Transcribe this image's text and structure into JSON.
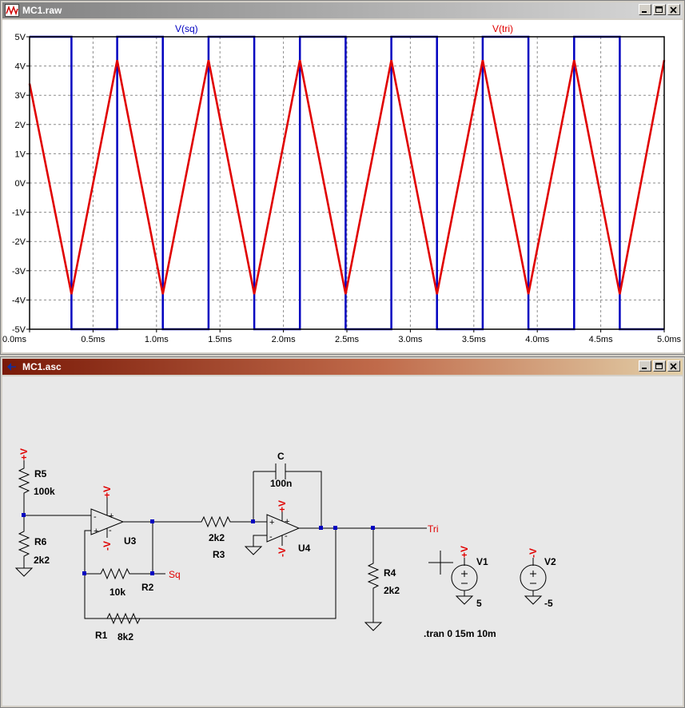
{
  "waveform_window": {
    "title": "MC1.raw",
    "trace_labels": [
      "V(sq)",
      "V(tri)"
    ],
    "trace_colors": [
      "#0000c0",
      "#e00000"
    ],
    "y_ticks": [
      "5V",
      "4V",
      "3V",
      "2V",
      "1V",
      "0V",
      "-1V",
      "-2V",
      "-3V",
      "-4V",
      "-5V"
    ],
    "x_ticks": [
      "0.0ms",
      "0.5ms",
      "1.0ms",
      "1.5ms",
      "2.0ms",
      "2.5ms",
      "3.0ms",
      "3.5ms",
      "4.0ms",
      "4.5ms",
      "5.0ms"
    ]
  },
  "schematic_window": {
    "title": "MC1.asc",
    "labels": {
      "r5_name": "R5",
      "r5_value": "100k",
      "r6_name": "R6",
      "r6_value": "2k2",
      "u3": "U3",
      "r2_value": "10k",
      "r2_name": "R2",
      "sq_net": "Sq",
      "r1_name": "R1",
      "r1_value": "8k2",
      "r3_value": "2k2",
      "r3_name": "R3",
      "c_name": "C",
      "c_value": "100n",
      "u4": "U4",
      "tri_net": "Tri",
      "r4_name": "R4",
      "r4_value": "2k2",
      "v1_name": "V1",
      "v1_value": "5",
      "v2_name": "V2",
      "v2_value": "-5",
      "plus_v": "+V",
      "minus_v": "-V",
      "tran": ".tran 0 15m 10m"
    }
  },
  "chart_data": {
    "type": "line",
    "xlabel": "",
    "ylabel": "",
    "xlim": [
      0,
      5
    ],
    "ylim": [
      -5,
      5
    ],
    "x_unit": "ms",
    "y_unit": "V",
    "grid": true,
    "series": [
      {
        "name": "V(sq)",
        "color": "#0000c0",
        "x": [
          0,
          0.33,
          0.33,
          0.69,
          0.69,
          1.05,
          1.05,
          1.41,
          1.41,
          1.77,
          1.77,
          2.13,
          2.13,
          2.49,
          2.49,
          2.85,
          2.85,
          3.21,
          3.21,
          3.57,
          3.57,
          3.93,
          3.93,
          4.29,
          4.29,
          4.65,
          4.65,
          5.0
        ],
        "values": [
          5,
          5,
          -5,
          -5,
          5,
          5,
          -5,
          -5,
          5,
          5,
          -5,
          -5,
          5,
          5,
          -5,
          -5,
          5,
          5,
          -5,
          -5,
          5,
          5,
          -5,
          -5,
          5,
          5,
          -5,
          -5
        ]
      },
      {
        "name": "V(tri)",
        "color": "#e00000",
        "x": [
          0,
          0.33,
          0.69,
          1.05,
          1.41,
          1.77,
          2.13,
          2.49,
          2.85,
          3.21,
          3.57,
          3.93,
          4.29,
          4.65,
          5.0
        ],
        "values": [
          3.4,
          -3.8,
          4.2,
          -3.8,
          4.2,
          -3.8,
          4.2,
          -3.8,
          4.2,
          -3.8,
          4.2,
          -3.8,
          4.2,
          -3.8,
          4.2
        ]
      }
    ]
  }
}
